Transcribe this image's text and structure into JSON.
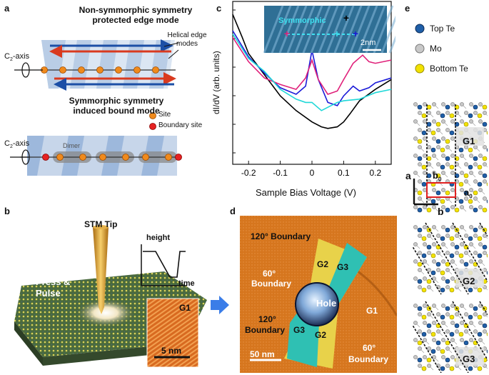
{
  "panels": {
    "a": {
      "label": "a",
      "top_title_l1": "Non-symmorphic symmetry",
      "top_title_l2": "protected edge mode",
      "helical_l1": "Helical edge",
      "helical_l2": "modes",
      "axis_label": "C",
      "axis_sub": "2",
      "axis_suffix": "-axis",
      "bottom_title_l1": "Symmorphic symmetry",
      "bottom_title_l2": "induced bound mode",
      "legend_site": "Site",
      "legend_boundary": "Boundary site",
      "dimer": "Dimer"
    },
    "b": {
      "label": "b",
      "tip": "STM Tip",
      "height": "height",
      "time": "time",
      "press_l1": "Press &",
      "press_l2": "Pulse",
      "inset_g": "G1",
      "inset_scale": "5 nm"
    },
    "c": {
      "label": "c",
      "inset_text": "Symmorphic",
      "inset_scale": "2nm"
    },
    "d": {
      "label": "d",
      "b120_top": "120° Boundary",
      "g2_top": "G2",
      "g3_top": "G3",
      "b60_l1": "60°",
      "b60_l2": "Boundary",
      "hole": "Hole",
      "g1": "G1",
      "b120_bot_l1": "120°",
      "b120_bot_l2": "Boundary",
      "g3_bot": "G3",
      "g2_bot": "G2",
      "b60_bot_l1": "60°",
      "b60_bot_l2": "Boundary",
      "scale": "50 nm"
    },
    "e": {
      "label": "e",
      "legend": [
        "Top Te",
        "Mo",
        "Bottom Te"
      ],
      "legend_colors": [
        "#1f5fa8",
        "#c8c8c8",
        "#f2e200"
      ],
      "g1": "G1",
      "g2": "G2",
      "g3": "G3",
      "b0": "b",
      "b0_sub": "0",
      "a0": "a",
      "a0_sub": "0",
      "axis_a": "a",
      "axis_b": "b"
    }
  },
  "chart_data": {
    "type": "line",
    "xlabel": "Sample Bias Voltage (V)",
    "ylabel": "dI/dV (arb. units)",
    "xlim": [
      -0.25,
      0.25
    ],
    "xticks": [
      -0.2,
      -0.1,
      0,
      0.1,
      0.2
    ],
    "xtick_labels": [
      "-0.2",
      "-0.1",
      "0",
      "0.1",
      "0.2"
    ],
    "series": [
      {
        "color": "#000000",
        "x": [
          -0.25,
          -0.22,
          -0.2,
          -0.15,
          -0.1,
          -0.05,
          0,
          0.03,
          0.05,
          0.08,
          0.1,
          0.12,
          0.15,
          0.2,
          0.25
        ],
        "y": [
          0.92,
          0.78,
          0.68,
          0.55,
          0.42,
          0.33,
          0.26,
          0.23,
          0.22,
          0.23,
          0.26,
          0.31,
          0.39,
          0.46,
          0.52
        ]
      },
      {
        "color": "#1a1ad8",
        "x": [
          -0.25,
          -0.2,
          -0.15,
          -0.1,
          -0.05,
          -0.02,
          0,
          0.02,
          0.05,
          0.08,
          0.1,
          0.13,
          0.15,
          0.18,
          0.2,
          0.25
        ],
        "y": [
          0.82,
          0.66,
          0.56,
          0.47,
          0.43,
          0.48,
          0.7,
          0.52,
          0.38,
          0.36,
          0.42,
          0.48,
          0.45,
          0.47,
          0.5,
          0.53
        ]
      },
      {
        "color": "#e0207a",
        "x": [
          -0.25,
          -0.2,
          -0.15,
          -0.1,
          -0.05,
          -0.02,
          0,
          0.02,
          0.05,
          0.08,
          0.1,
          0.13,
          0.16,
          0.18,
          0.2,
          0.25
        ],
        "y": [
          0.78,
          0.63,
          0.53,
          0.49,
          0.46,
          0.53,
          0.64,
          0.52,
          0.43,
          0.45,
          0.52,
          0.62,
          0.67,
          0.63,
          0.62,
          0.64
        ]
      },
      {
        "color": "#20d8d8",
        "x": [
          -0.25,
          -0.2,
          -0.15,
          -0.1,
          -0.05,
          -0.02,
          0,
          0.03,
          0.05,
          0.08,
          0.1,
          0.15,
          0.2,
          0.25
        ],
        "y": [
          0.8,
          0.65,
          0.57,
          0.46,
          0.4,
          0.38,
          0.38,
          0.33,
          0.35,
          0.38,
          0.39,
          0.4,
          0.44,
          0.46
        ]
      }
    ]
  }
}
